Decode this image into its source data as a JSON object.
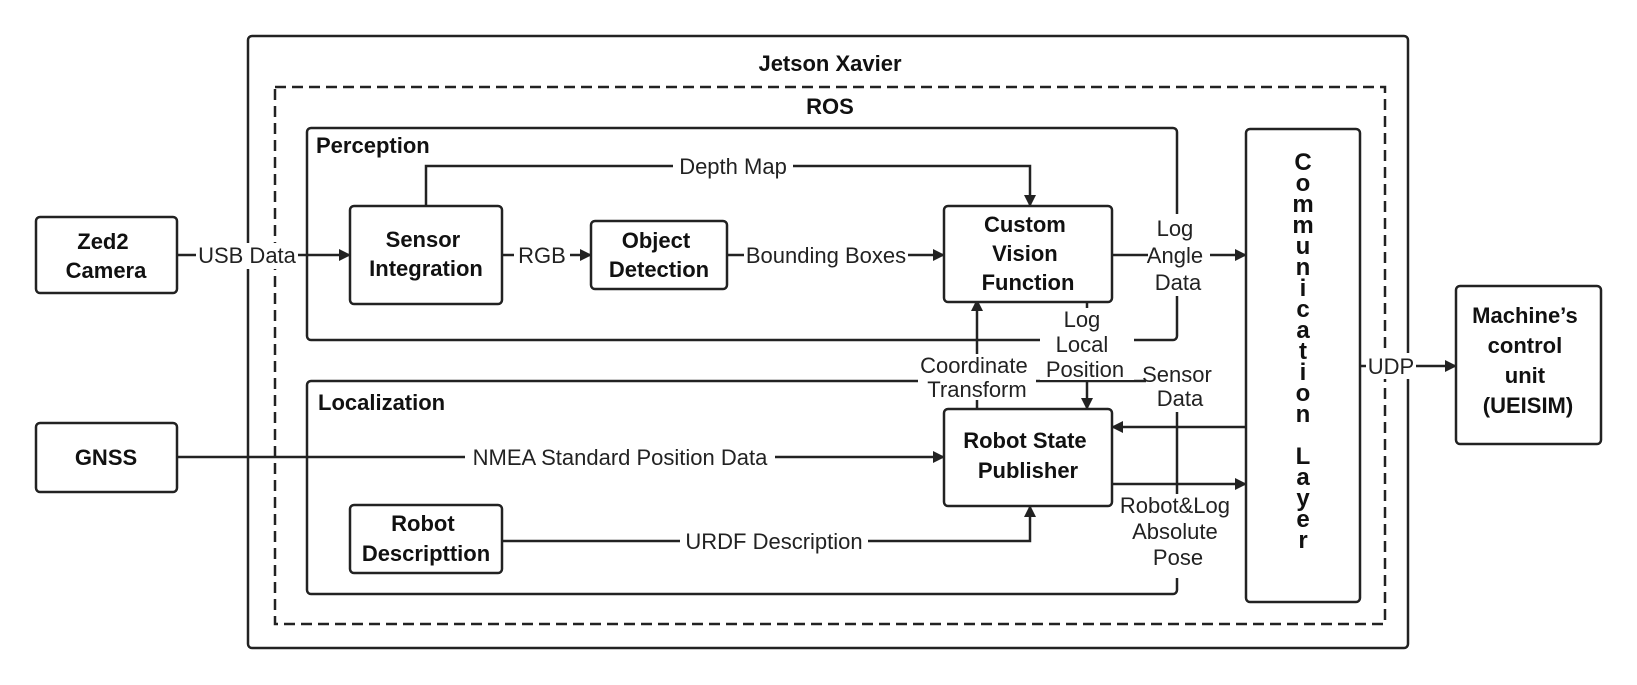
{
  "containers": {
    "jetson": "Jetson Xavier",
    "ros": "ROS",
    "perception": "Perception",
    "localization": "Localization"
  },
  "blocks": {
    "zed2": [
      "Zed2",
      "Camera"
    ],
    "gnss": [
      "GNSS"
    ],
    "sensor_integration": [
      "Sensor",
      "Integration"
    ],
    "object_detection": [
      "Object",
      "Detection"
    ],
    "custom_vision": [
      "Custom",
      "Vision",
      "Function"
    ],
    "robot_state": [
      "Robot State",
      "Publisher"
    ],
    "robot_description": [
      "Robot",
      "Descripttion"
    ],
    "communication_layer": [
      "C",
      "o",
      "m",
      "m",
      "u",
      "n",
      "i",
      "c",
      "a",
      "t",
      "i",
      "o",
      "n",
      "",
      "L",
      "a",
      "y",
      "e",
      "r"
    ],
    "machine": [
      "Machine’s",
      "control",
      "unit",
      "(UEISIM)"
    ]
  },
  "edges": {
    "usb": "USB Data",
    "rgb": "RGB",
    "bounding": "Bounding Boxes",
    "depth": "Depth Map",
    "log_angle": [
      "Log",
      "Angle",
      "Data"
    ],
    "log_local": [
      "Log",
      "Local",
      "Position"
    ],
    "coord": [
      "Coordinate",
      "Transform"
    ],
    "sensor_data": [
      "Sensor",
      "Data"
    ],
    "nmea": "NMEA Standard Position Data",
    "urdf": "URDF Description",
    "robot_log": [
      "Robot&Log",
      "Absolute",
      "Pose"
    ],
    "udp": "UDP"
  }
}
